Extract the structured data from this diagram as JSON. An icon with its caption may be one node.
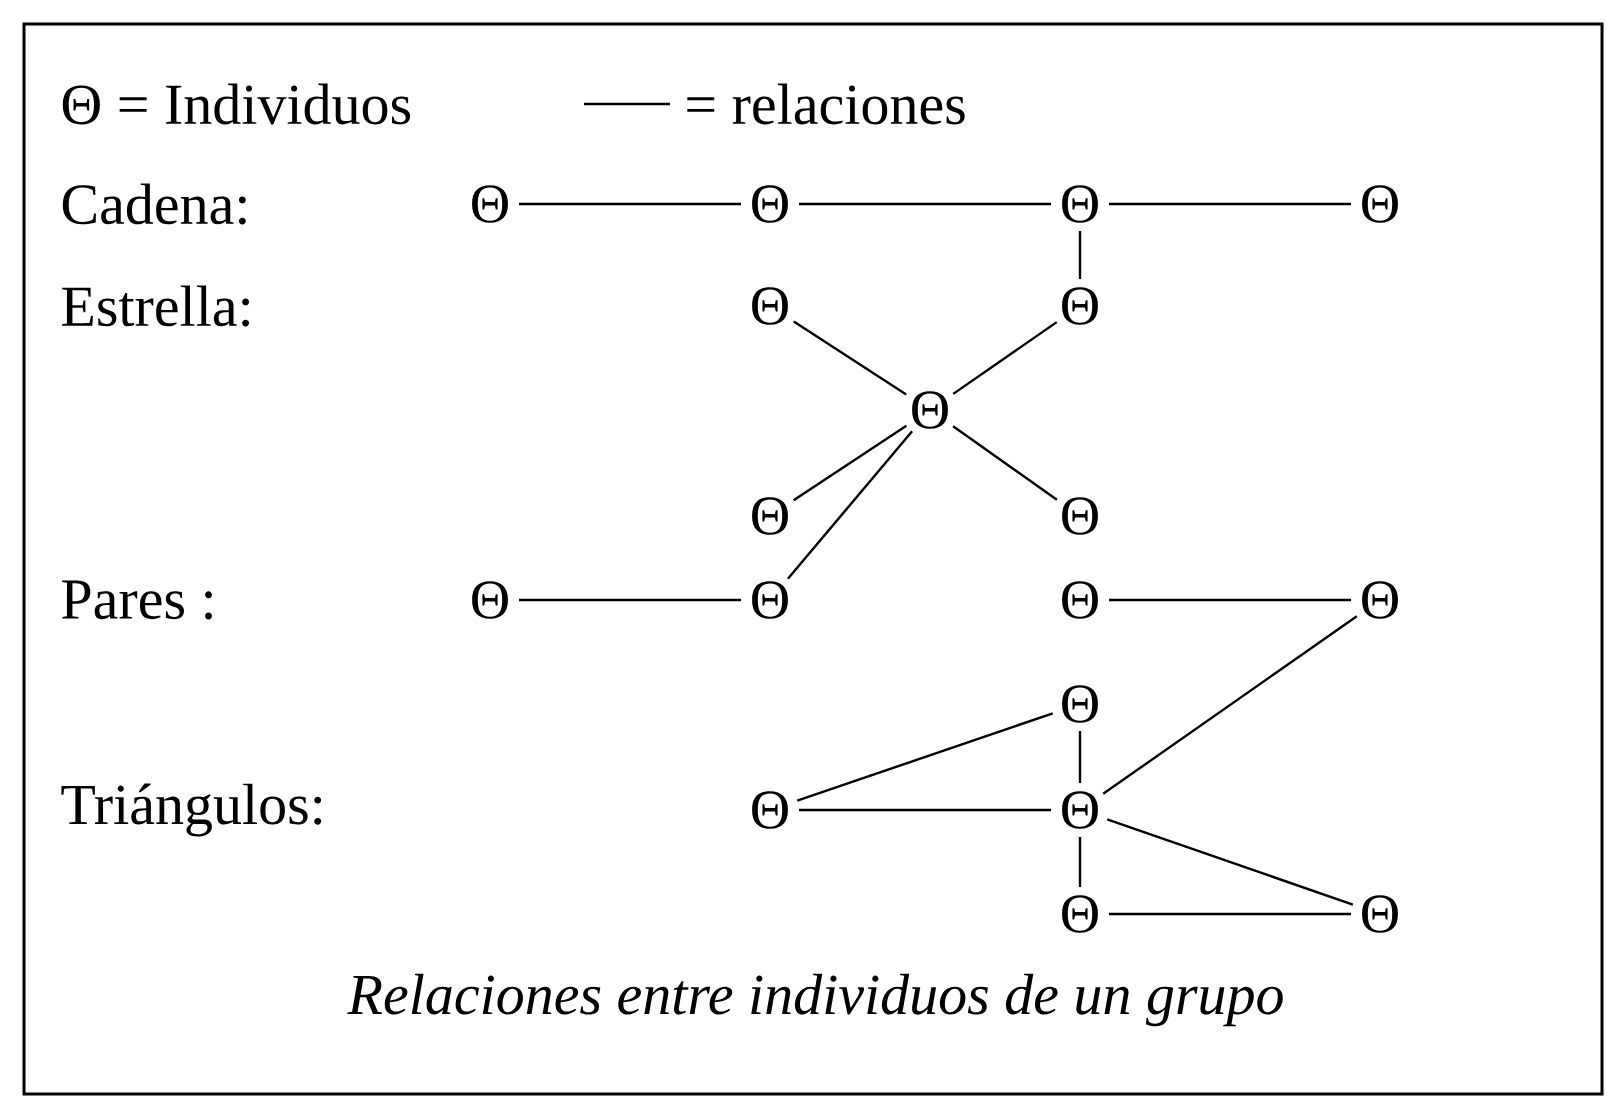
{
  "diagram": {
    "caption": "Relaciones entre individuos de un grupo",
    "nodes": [
      {
        "text": [
          "Θ"
        ]
      },
      {
        "text": [
          "Θ"
        ]
      },
      {
        "text": [
          "Θ"
        ]
      },
      {
        "text": [
          "Θ"
        ]
      },
      {
        "text": [
          "Θ"
        ]
      },
      {
        "text": [
          "Θ"
        ]
      },
      {
        "text": [
          "Θ"
        ]
      },
      {
        "text": [
          "Θ"
        ]
      },
      {
        "text": [
          "Θ"
        ]
      },
      {
        "text": [
          "Θ"
        ]
      },
      {
        "text": [
          "Θ"
        ]
      },
      {
        "text": [
          "Θ"
        ]
      },
      {
        "text": [
          "Θ"
        ]
      },
      {
        "text": [
          "Θ"
        ]
      },
      {
        "text": [
          "Θ"
        ]
      },
      {
        "text": [
          "Θ"
        ]
      },
      {
        "text": [
          "Θ"
        ]
      },
      {
        "text": [
          "Θ"
        ]
      }
    ],
    "edges": [
      {
        "from": 0,
        "to": 1,
        "arrow": "none"
      },
      {
        "from": 1,
        "to": 2,
        "arrow": "none"
      },
      {
        "from": 2,
        "to": 3,
        "arrow": "none"
      },
      {
        "from": 2,
        "to": 5,
        "arrow": "none"
      },
      {
        "from": 6,
        "to": 4,
        "arrow": "none"
      },
      {
        "from": 6,
        "to": 5,
        "arrow": "none"
      },
      {
        "from": 6,
        "to": 7,
        "arrow": "none"
      },
      {
        "from": 6,
        "to": 8,
        "arrow": "none"
      },
      {
        "from": 6,
        "to": 10,
        "arrow": "none"
      },
      {
        "from": 9,
        "to": 10,
        "arrow": "none"
      },
      {
        "from": 11,
        "to": 12,
        "arrow": "none"
      },
      {
        "from": 14,
        "to": 13,
        "arrow": "none"
      },
      {
        "from": 14,
        "to": 15,
        "arrow": "none"
      },
      {
        "from": 13,
        "to": 15,
        "arrow": "none"
      },
      {
        "from": 15,
        "to": 16,
        "arrow": "none"
      },
      {
        "from": 15,
        "to": 17,
        "arrow": "none"
      },
      {
        "from": 16,
        "to": 17,
        "arrow": "none"
      },
      {
        "from": 15,
        "to": 12,
        "arrow": "none"
      }
    ],
    "labels": [
      "Θ = Individuos",
      "Cadena:",
      "Estrella:",
      "Pares :",
      "Triángulos:"
    ],
    "legend": [
      {
        "text": "= relaciones"
      }
    ]
  }
}
